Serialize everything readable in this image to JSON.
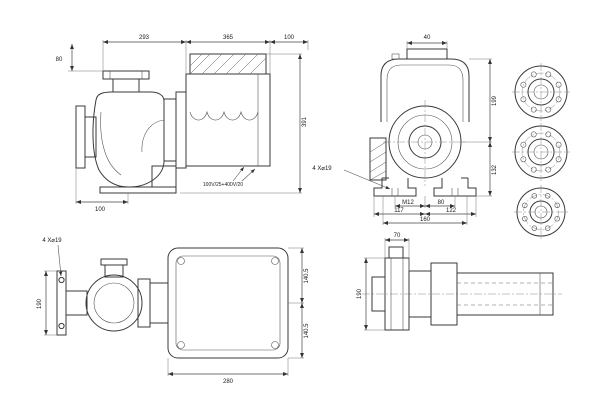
{
  "sheet": {
    "background": "#ffffff",
    "line_color": "#3a3a3a"
  },
  "side_view": {
    "dim_top_left": "293",
    "dim_top_mid": "365",
    "dim_top_right": "100",
    "dim_left": "80",
    "dim_bottom": "100",
    "dim_height": "391",
    "label_voltage": "100V/25+400V/20"
  },
  "front_view": {
    "dim_top": "40",
    "dim_right_upper": "199",
    "dim_right_lower": "132",
    "label_holes": "4 X⌀19",
    "label_thread": "M12",
    "dim_80": "80",
    "dim_117": "117",
    "dim_122": "122",
    "dim_160": "160"
  },
  "top_view": {
    "label_holes": "4 X⌀19",
    "dim_left": "190",
    "dim_bottom": "280",
    "dim_right_upper": "140.5",
    "dim_right_lower": "140.5"
  },
  "shaft_view": {
    "dim_top": "70",
    "dim_left": "190"
  }
}
